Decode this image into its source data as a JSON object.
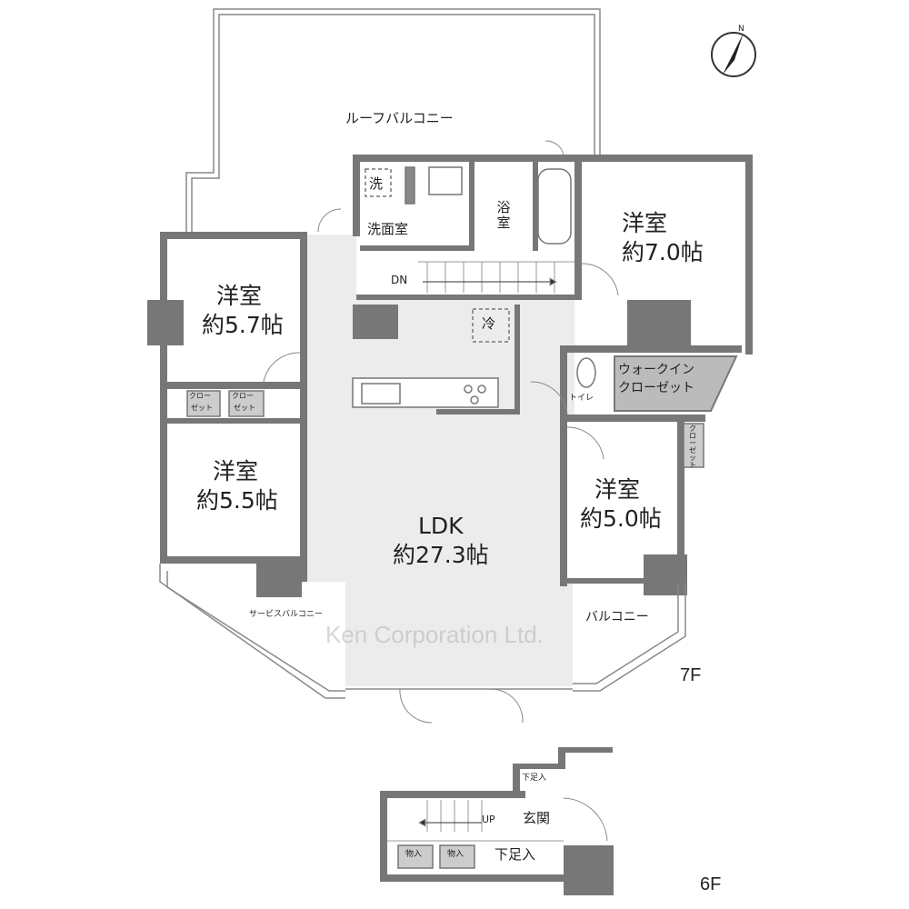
{
  "rooms": {
    "roof_balcony": "ルーフバルコニー",
    "washroom": "洗面室",
    "washer": "洗",
    "bath": "浴室",
    "room_7_0": {
      "name": "洋室",
      "size": "約7.0帖"
    },
    "room_5_7": {
      "name": "洋室",
      "size": "約5.7帖"
    },
    "room_5_5": {
      "name": "洋室",
      "size": "約5.5帖"
    },
    "room_5_0": {
      "name": "洋室",
      "size": "約5.0帖"
    },
    "ldk": {
      "name": "LDK",
      "size": "約27.3帖"
    },
    "walk_in_closet": {
      "line1": "ウォークイン",
      "line2": "クローゼット"
    },
    "closet_a": {
      "line1": "クロー",
      "line2": "ゼット"
    },
    "closet_b": {
      "line1": "クロー",
      "line2": "ゼット"
    },
    "closet_c": "クローゼット",
    "toilet": "トイレ",
    "fridge": "冷",
    "service_balcony": "サービスバルコニー",
    "balcony": "バルコニー",
    "stairs_down": "DN",
    "stairs_up": "UP",
    "entrance": "玄関",
    "shoe_box_small": "下足入",
    "shoe_box_large": "下足入",
    "storage_1": "物入",
    "storage_2": "物入"
  },
  "floors": {
    "upper": "7F",
    "lower": "6F"
  },
  "compass": "N",
  "watermark": "Ken Corporation Ltd."
}
